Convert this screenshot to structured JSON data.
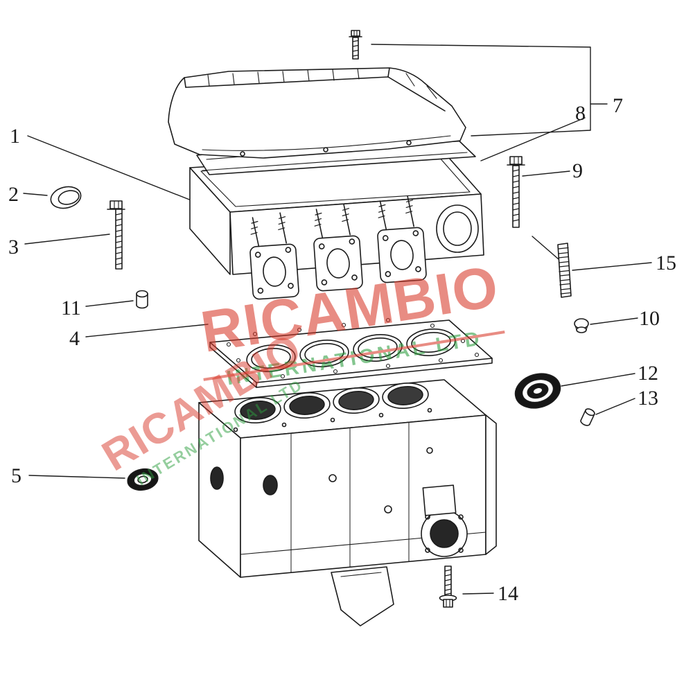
{
  "diagram": {
    "type": "exploded-parts-diagram",
    "subject": "engine cylinder head and block",
    "callouts": {
      "p1": "1",
      "p2": "2",
      "p3": "3",
      "p4": "4",
      "p5": "5",
      "p7": "7",
      "p8": "8",
      "p9": "9",
      "p10": "10",
      "p11": "11",
      "p12": "12",
      "p13": "13",
      "p14": "14",
      "p15": "15"
    },
    "watermark": {
      "brand": "RICAMBIO",
      "subtitle": "INTERNATIONAL LTD",
      "brand_color": "#d93a2b",
      "subtitle_color": "#2d9e3f"
    }
  }
}
